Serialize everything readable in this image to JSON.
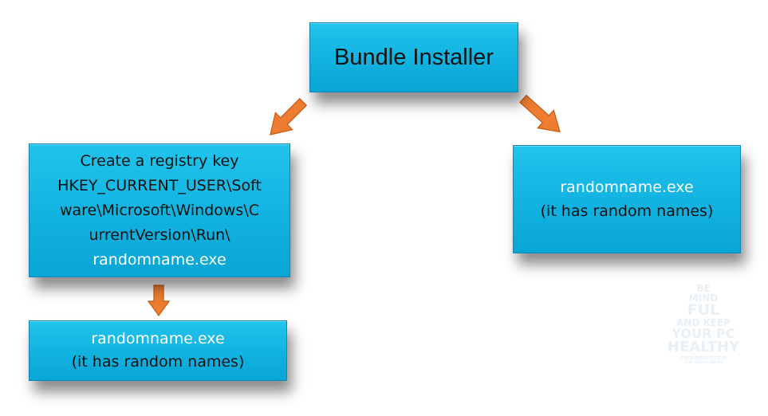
{
  "nodes": {
    "installer": {
      "label": "Bundle Installer"
    },
    "registry": {
      "lines": [
        "Create a registry key",
        "HKEY_CURRENT_USER\\Soft",
        "ware\\Microsoft\\Windows\\C",
        "urrentVersion\\Run\\"
      ],
      "file": "randomname.exe"
    },
    "child_bottom": {
      "file": "randomname.exe",
      "note": "(it has random names)"
    },
    "child_right": {
      "file": "randomname.exe",
      "note": "(it has random names)"
    }
  },
  "colors": {
    "box_fill": "#13b5e3",
    "box_border": "#0f86b5",
    "arrow_fill": "#ee7d31",
    "arrow_stroke": "#c65a14"
  },
  "watermark": {
    "lines": [
      "BE",
      "MIND",
      "FUL",
      "AND KEEP",
      "YOUR PC",
      "HEALTHY",
      "GRIDINSOFT.COM",
      "STAY SECURE ONLINE"
    ]
  }
}
